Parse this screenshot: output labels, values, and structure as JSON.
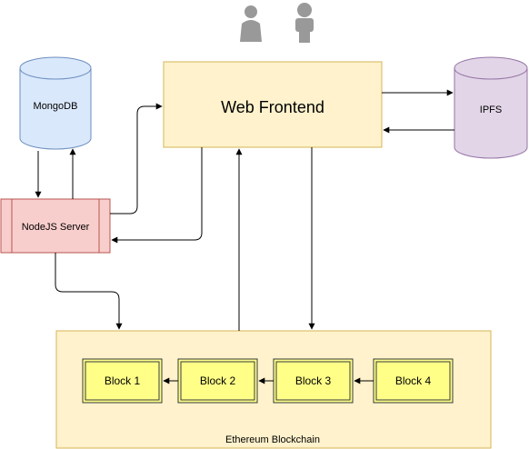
{
  "nodes": {
    "web_frontend": "Web Frontend",
    "mongodb": "MongoDB",
    "ipfs": "IPFS",
    "nodejs_server": "NodeJS Server",
    "ethereum_blockchain": "Ethereum Blockchain",
    "blocks": [
      "Block 1",
      "Block 2",
      "Block 3",
      "Block 4"
    ]
  },
  "icons": {
    "users": [
      "user-female-icon",
      "user-male-icon"
    ]
  },
  "colors": {
    "frontend_fill": "#fff2cc",
    "frontend_stroke": "#d6b656",
    "mongodb_fill": "#dae8fc",
    "mongodb_stroke": "#6c8ebf",
    "ipfs_fill": "#e1d5e7",
    "ipfs_stroke": "#9673a6",
    "server_fill": "#f8cecc",
    "server_stroke": "#b85450",
    "block_fill": "#ffff88",
    "block_stroke": "#36393d",
    "icon_gray": "#999999"
  }
}
